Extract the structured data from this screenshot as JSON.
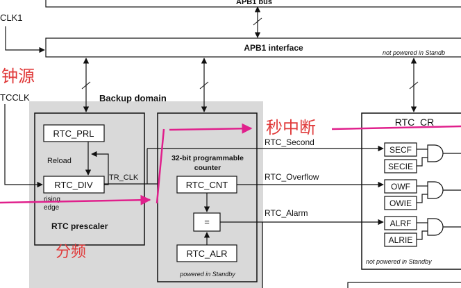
{
  "labels": {
    "apb1_bus": "APB1 bus",
    "pclk1": "CLK1",
    "apb1_interface": "APB1 interface",
    "apb1_not_powered": "not powered in Standb",
    "clock_source_cn": "钟源",
    "rtcclk": "TCCLK",
    "backup_domain": "Backup domain",
    "rtc_prl": "RTC_PRL",
    "reload": "Reload",
    "rtc_div": "RTC_DIV",
    "tr_clk": "TR_CLK",
    "rising": "rising",
    "edge": "edge",
    "rtc_prescaler": "RTC prescaler",
    "divider_cn": "分频",
    "counter_title_1": "32-bit programmable",
    "counter_title_2": "counter",
    "rtc_cnt": "RTC_CNT",
    "equals": "=",
    "rtc_alr": "RTC_ALR",
    "powered_in_standby": "powered in Standby",
    "second_interrupt_cn": "秒中断",
    "rtc_cr": "RTC_CR",
    "rtc_second": "RTC_Second",
    "rtc_overflow": "RTC_Overflow",
    "rtc_alarm": "RTC_Alarm",
    "secf": "SECF",
    "secie": "SECIE",
    "owf": "OWF",
    "owie": "OWIE",
    "alrf": "ALRF",
    "alrie": "ALRIE",
    "cr_not_powered": "not powered in Standby"
  },
  "colors": {
    "annotation_red": "#e03a3a",
    "annotation_magenta": "#e0208c",
    "domain_gray": "#d9d9d9"
  }
}
